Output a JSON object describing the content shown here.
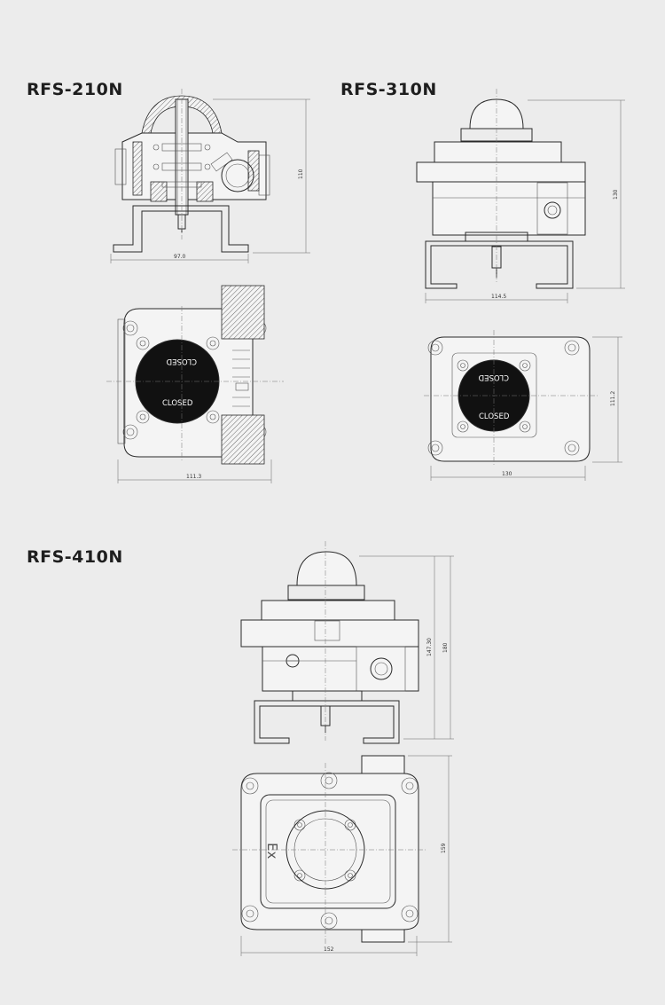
{
  "models": [
    {
      "id": "rfs-210n",
      "name": "RFS-210N",
      "front": {
        "width_dim": "97.0",
        "height_dim": "110"
      },
      "top": {
        "width_dim": "111.3",
        "indicator_top": "CLOSED",
        "indicator_bottom": "CLOSED"
      }
    },
    {
      "id": "rfs-310n",
      "name": "RFS-310N",
      "front": {
        "width_dim": "114.5",
        "height_dim": "130"
      },
      "top": {
        "width_dim": "130",
        "height_dim": "111.2",
        "indicator_top": "CLOSED",
        "indicator_bottom": "CLOSED"
      }
    },
    {
      "id": "rfs-410n",
      "name": "RFS-410N",
      "front": {
        "height_dim_inner": "147.30",
        "height_dim_outer": "180"
      },
      "top": {
        "width_dim": "152",
        "height_dim": "159",
        "mark": "Ex"
      }
    }
  ]
}
